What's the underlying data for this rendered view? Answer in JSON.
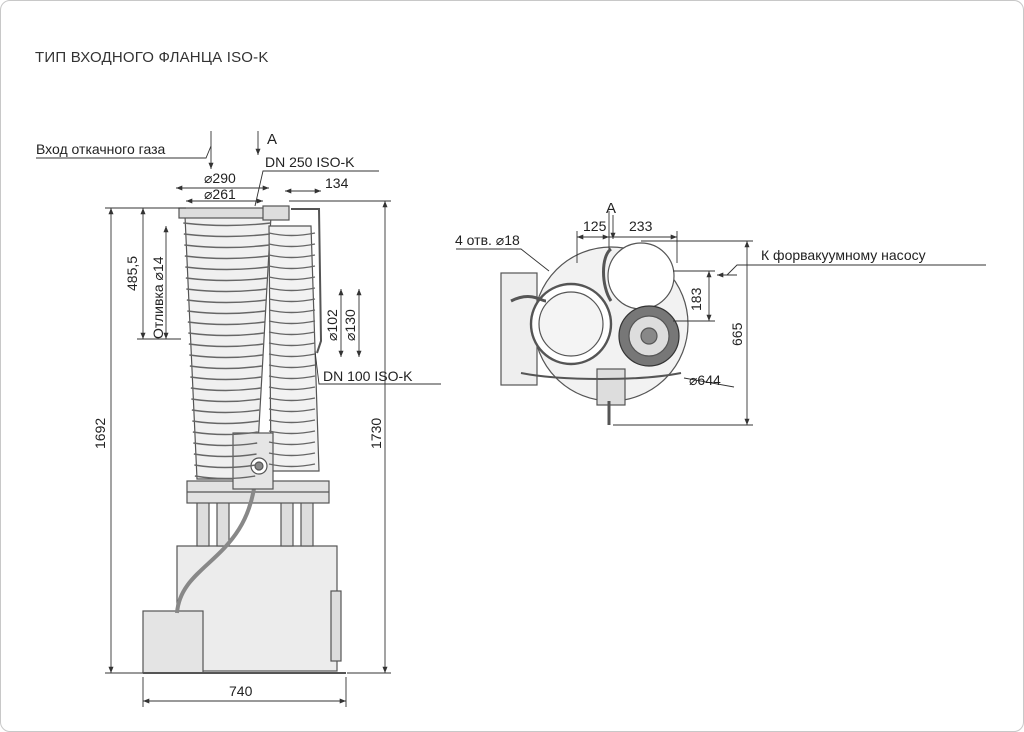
{
  "title": "ТИП ВХОДНОГО ФЛАНЦА ISO-K",
  "labels": {
    "gas_inlet": "Вход откачного газа",
    "view_a": "A",
    "dn250": "DN 250 ISO-K",
    "dn100": "DN 100 ISO-K",
    "fore_pump": "К форвакуумному насосу",
    "holes": "4 отв. ⌀18",
    "drain": "Отливка ⌀14"
  },
  "dims": {
    "d290": "⌀290",
    "d261": "⌀261",
    "d134": "134",
    "d485": "485,5",
    "d102": "⌀102",
    "d130": "⌀130",
    "d1692": "1692",
    "d1730": "1730",
    "d740": "740",
    "d125": "125",
    "d233": "233",
    "d183": "183",
    "d665": "665",
    "d644": "⌀644"
  },
  "colors": {
    "line": "#555555",
    "fill": "#e9e9e9",
    "dark": "#2a2a2a"
  }
}
